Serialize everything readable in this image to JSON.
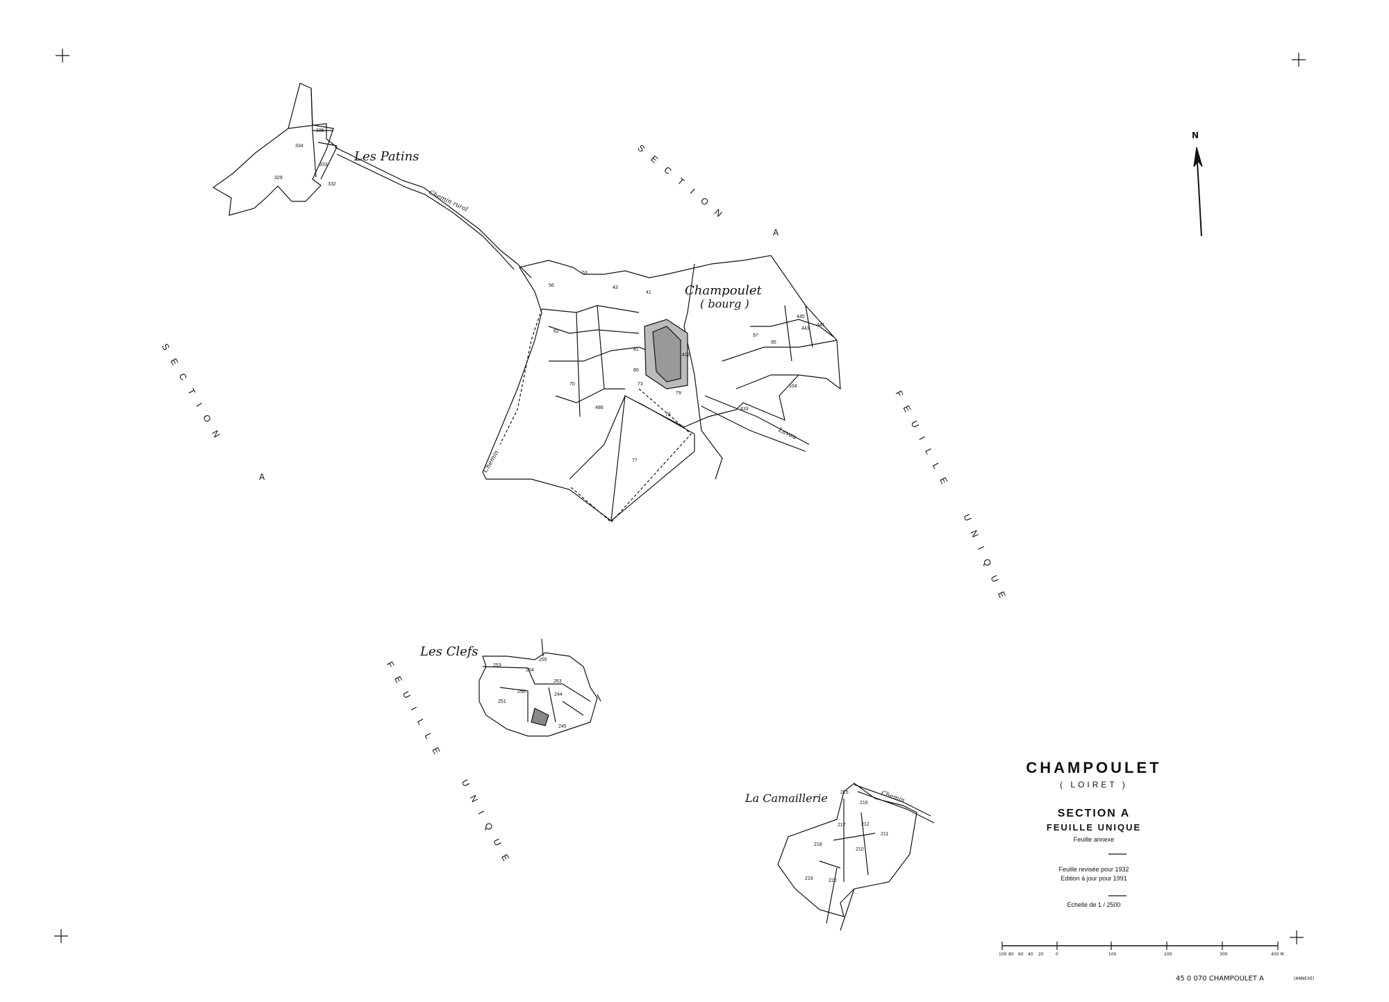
{
  "places": {
    "les_patins": "Les Patins",
    "champoulet": "Champoulet",
    "bourg": "( bourg )",
    "les_clefs": "Les Clefs",
    "la_camaillerie": "La Camaillerie"
  },
  "roads": {
    "chemin_rural": "Chemin rural",
    "chemin_patins": "Chemin",
    "chemin_bottom": "Chemin",
    "route_lavau": "Lavau",
    "chemin_camaillerie": "Chemin"
  },
  "section_labels": {
    "top": "SECTION",
    "top_a": "A",
    "left": "SECTION",
    "left_a": "A",
    "right_feuille": "FEUILLE",
    "right_unique": "UNIQUE",
    "bottom_feuille": "FEUILLE",
    "bottom_unique": "UNIQUE"
  },
  "parcels": {
    "p335": "335",
    "p334": "334",
    "p333": "333",
    "p332": "332",
    "p329": "329",
    "p53": "53",
    "p43": "43",
    "p41": "41",
    "p56": "56",
    "p62": "62",
    "p80": "80",
    "p79": "79",
    "p78": "78",
    "p77": "77",
    "p104": "104",
    "p95": "95",
    "p97": "97",
    "p445": "445",
    "p443": "443",
    "p441": "441",
    "p486": "486",
    "p70": "70",
    "p73": "73",
    "p81": "81",
    "p433": "433",
    "p412": "412",
    "p253": "253",
    "p254": "254",
    "p255": "255",
    "p263": "263",
    "p251": "251",
    "p250": "250",
    "p244": "244",
    "p245": "245",
    "p215": "215",
    "p216": "216",
    "p217": "217",
    "p212": "212",
    "p211": "211",
    "p218": "218",
    "p210": "210",
    "p219": "219",
    "p220": "220"
  },
  "north": {
    "letter": "N"
  },
  "cartouche": {
    "commune": "CHAMPOULET",
    "department": "( LOIRET )",
    "section": "SECTION  A",
    "feuille": "FEUILLE  UNIQUE",
    "annexe": "Feuille annexe",
    "revisee": "Feuille revisée pour 1932",
    "edition": "Edition à jour pour 1991",
    "echelle": "Echelle de 1 / 2500"
  },
  "scale_bar": {
    "ticks": [
      "100",
      "80",
      "60",
      "40",
      "20",
      "0",
      "100",
      "200",
      "300",
      "400 M."
    ]
  },
  "footer": {
    "reference": "45 0 070  CHAMPOULET  A",
    "annexe": "(ANNEXE)"
  }
}
